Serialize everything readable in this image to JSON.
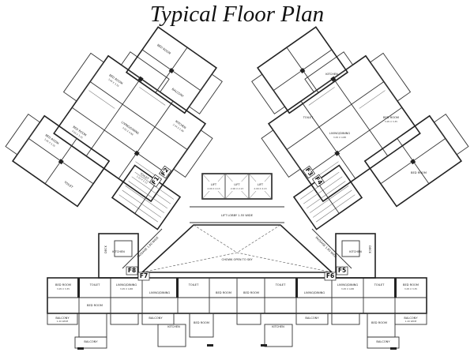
{
  "title": "Typical Floor Plan",
  "flat_tags": [
    "F1",
    "F2",
    "F3",
    "F4",
    "F5",
    "F6",
    "F7",
    "F8"
  ],
  "lift_labels": [
    "LIFT",
    "LIFT",
    "LIFT"
  ],
  "lift_size": "2.00 X 2.13",
  "lobby_label": "LIFT LOBBY 1.55 WIDE",
  "duct_label": "CHOWK OPEN TO SKY",
  "passage_label": "PASSAGE 1.80 WIDE",
  "room_labels": {
    "bed": "BED ROOM",
    "living": "LIVING/DINING",
    "kitchen": "KITCHEN",
    "toilet": "TOILET",
    "balcony": "BALCONY",
    "deck": "DECK"
  },
  "dims": {
    "bed": "3.05 X 3.35",
    "living": "3.05 X 4.88",
    "kitchen": "2.44 X 2.89",
    "toilet": "1.22 X 2.13",
    "balcony": "1.20 WIDE"
  }
}
